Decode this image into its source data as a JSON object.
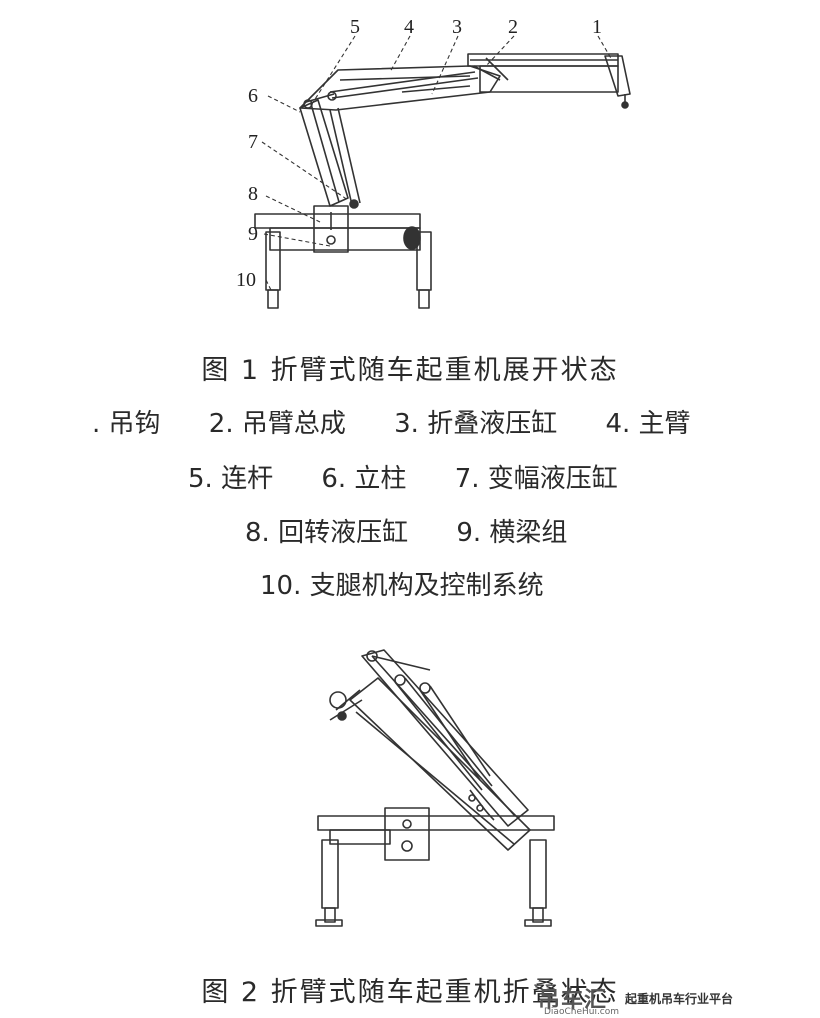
{
  "figure1": {
    "caption": "图 1   折臂式随车起重机展开状态",
    "part_numbers": [
      "1",
      "2",
      "3",
      "4",
      "5",
      "6",
      "7",
      "8",
      "9",
      "10"
    ],
    "legend": [
      ". 吊钩",
      "2. 吊臂总成",
      "3. 折叠液压缸",
      "4. 主臂",
      "5. 连杆",
      "6. 立柱",
      "7. 变幅液压缸",
      "8. 回转液压缸",
      "9. 横梁组",
      "10. 支腿机构及控制系统"
    ]
  },
  "figure2": {
    "caption": "图 2   折臂式随车起重机折叠状态"
  },
  "watermark": {
    "logo": "吊车汇",
    "site": "DiaoCheHui.com",
    "slogan": "起重机吊车行业平台"
  }
}
